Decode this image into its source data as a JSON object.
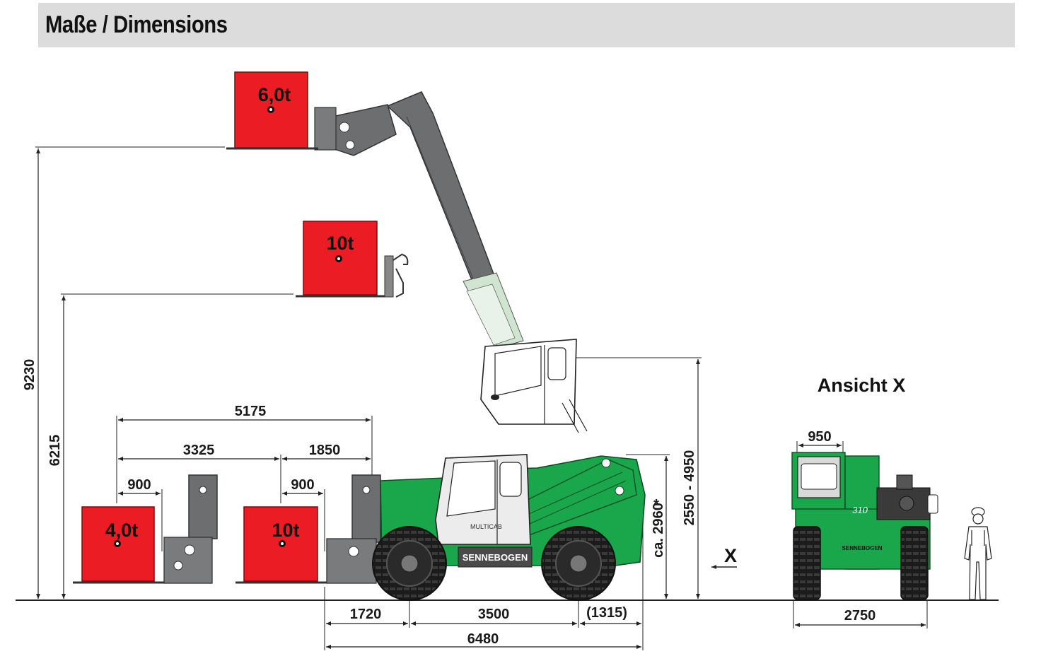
{
  "header": {
    "title": "Maße / Dimensions"
  },
  "loads": {
    "top": "6,0t",
    "middle": "10t",
    "low_left": "4,0t",
    "low_right": "10t"
  },
  "dimensions": {
    "h_9230": "9230",
    "h_6215": "6215",
    "d_5175": "5175",
    "d_3325": "3325",
    "d_1850": "1850",
    "d_900_left": "900",
    "d_900_right": "900",
    "d_1720": "1720",
    "d_3500": "3500",
    "d_1315": "(1315)",
    "d_6480": "6480",
    "h_2960": "ca. 2960",
    "h_2960_mark": "*",
    "h_2550_4950": "2550 - 4950",
    "v_950": "950",
    "v_2750": "2750"
  },
  "view": {
    "label": "Ansicht X",
    "arrow_label": "X"
  },
  "machine": {
    "brand": "SENNEBOGEN",
    "cab_badge": "MULTICAB",
    "front_model": "310",
    "front_brand": "SENNEBOGEN"
  },
  "colors": {
    "machine_green": "#1aa64b",
    "load_red": "#ec1c24",
    "boom_grey": "#6d6e70",
    "header_bg": "#dcdcdd"
  }
}
